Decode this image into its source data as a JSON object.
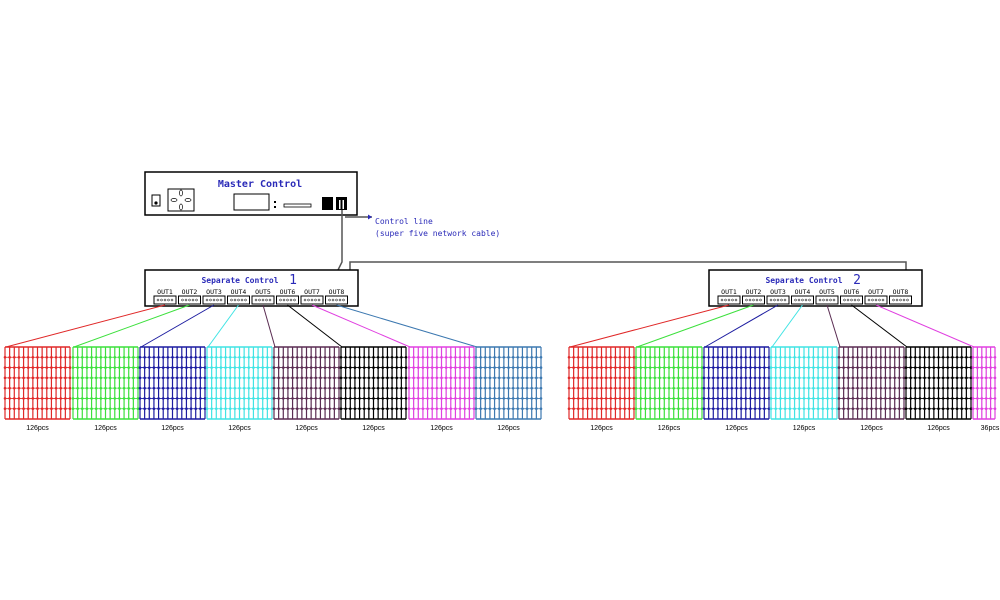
{
  "master": {
    "title": "Master Control"
  },
  "control_line": {
    "label": "Control line",
    "sublabel": "(super five network cable)"
  },
  "controllers": [
    {
      "title": "Separate Control",
      "number": "1",
      "outputs": [
        "OUT1",
        "OUT2",
        "OUT3",
        "OUT4",
        "OUT5",
        "OUT6",
        "OUT7",
        "OUT8"
      ],
      "segments": [
        {
          "color": "#e02828",
          "count": "126pcs"
        },
        {
          "color": "#3ce03c",
          "count": "126pcs"
        },
        {
          "color": "#1c1ca0",
          "count": "126pcs"
        },
        {
          "color": "#40e4e4",
          "count": "126pcs"
        },
        {
          "color": "#5a2c52",
          "count": "126pcs"
        },
        {
          "color": "#000000",
          "count": "126pcs"
        },
        {
          "color": "#e040e0",
          "count": "126pcs"
        },
        {
          "color": "#3c78b0",
          "count": "126pcs"
        }
      ]
    },
    {
      "title": "Separate Control",
      "number": "2",
      "outputs": [
        "OUT1",
        "OUT2",
        "OUT3",
        "OUT4",
        "OUT5",
        "OUT6",
        "OUT7",
        "OUT8"
      ],
      "segments": [
        {
          "color": "#e02828",
          "count": "126pcs"
        },
        {
          "color": "#3ce03c",
          "count": "126pcs"
        },
        {
          "color": "#1c1ca0",
          "count": "126pcs"
        },
        {
          "color": "#40e4e4",
          "count": "126pcs"
        },
        {
          "color": "#5a2c52",
          "count": "126pcs"
        },
        {
          "color": "#000000",
          "count": "126pcs"
        },
        {
          "color": "#e040e0",
          "count": "36pcs"
        }
      ]
    }
  ]
}
